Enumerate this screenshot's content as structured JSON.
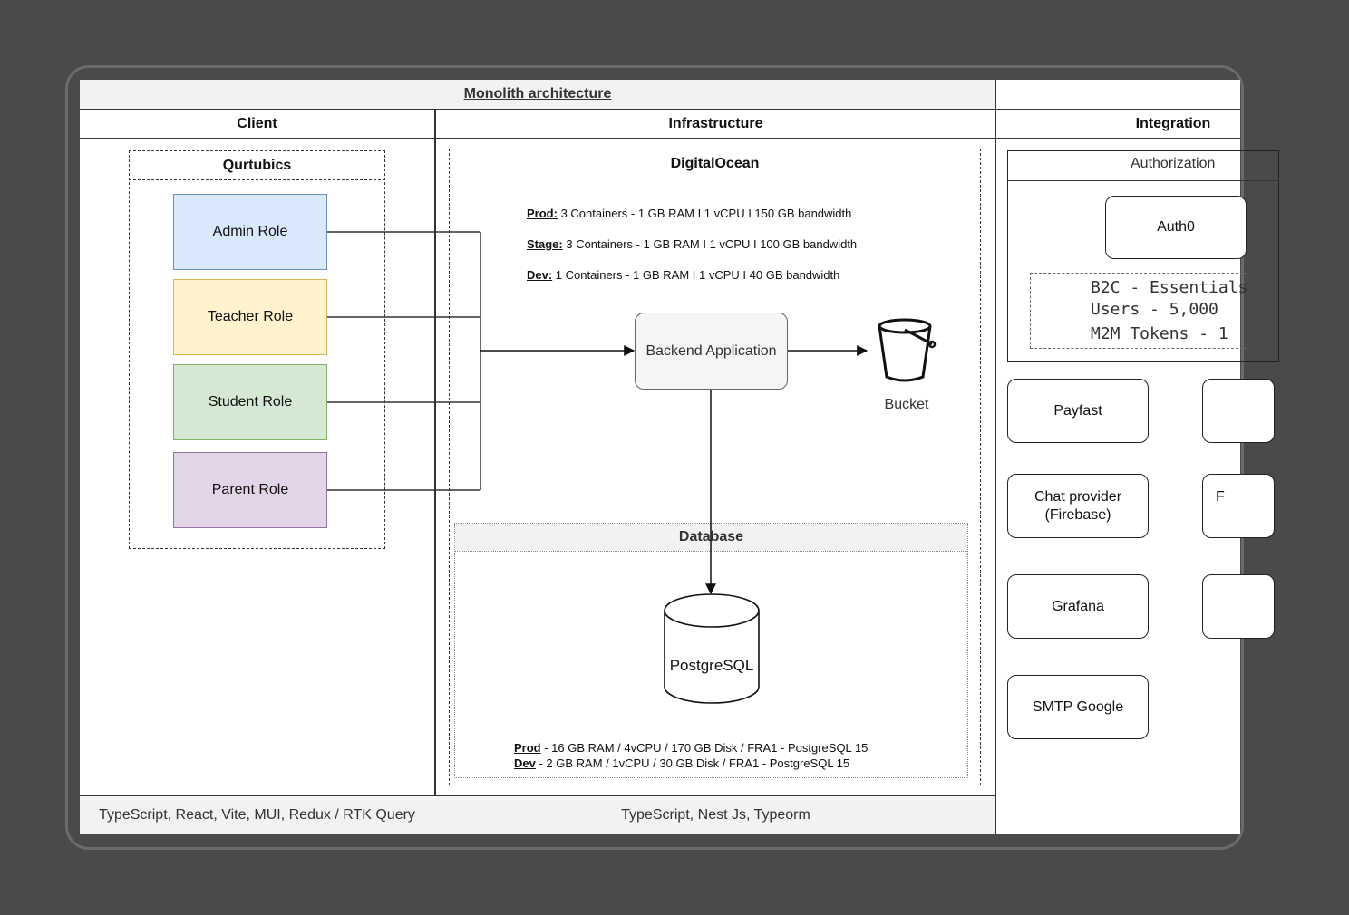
{
  "title": "Monolith architecture",
  "columns": {
    "client": "Client",
    "infrastructure": "Infrastructure",
    "integration": "Integration"
  },
  "client": {
    "group": "Qurtubics",
    "roles": [
      "Admin Role",
      "Teacher Role",
      "Student Role",
      "Parent Role"
    ],
    "role_colors": {
      "admin": {
        "fill": "#dae8fc",
        "stroke": "#6c8ebf"
      },
      "teacher": {
        "fill": "#fff2cc",
        "stroke": "#d6b656"
      },
      "student": {
        "fill": "#d5e8d4",
        "stroke": "#82b366"
      },
      "parent": {
        "fill": "#e1d5e7",
        "stroke": "#9673a6"
      }
    },
    "stack": "TypeScript, React, Vite, MUI, Redux / RTK Query"
  },
  "infrastructure": {
    "group": "DigitalOcean",
    "environments": [
      {
        "label": "Prod:",
        "text": " 3 Containers - 1 GB RAM I 1 vCPU I 150 GB bandwidth"
      },
      {
        "label": "Stage:",
        "text": " 3 Containers - 1 GB RAM I 1 vCPU I 100 GB bandwidth"
      },
      {
        "label": "Dev:",
        "text": " 1 Containers - 1 GB RAM I 1 vCPU I 40 GB bandwidth"
      }
    ],
    "backend": "Backend Application",
    "bucket": "Bucket",
    "database": {
      "title": "Database",
      "engine": "PostgreSQL",
      "specs": [
        {
          "label": "Prod",
          "text": " - 16 GB RAM / 4vCPU / 170 GB Disk / FRA1 - PostgreSQL 15"
        },
        {
          "label": "Dev",
          "text": " - 2 GB RAM / 1vCPU / 30 GB Disk / FRA1 - PostgreSQL 15"
        }
      ]
    },
    "stack": "TypeScript, Nest Js, Typeorm"
  },
  "integration": {
    "authorization": {
      "title": "Authorization",
      "provider": "Auth0",
      "plan_lines": [
        "B2C - Essentials",
        "Users - 5,000",
        "M2M Tokens - 1"
      ]
    },
    "services": [
      "Payfast",
      "Chat provider\n(Firebase)",
      "Grafana",
      "SMTP Google"
    ],
    "clipped_service_letter": "F"
  }
}
